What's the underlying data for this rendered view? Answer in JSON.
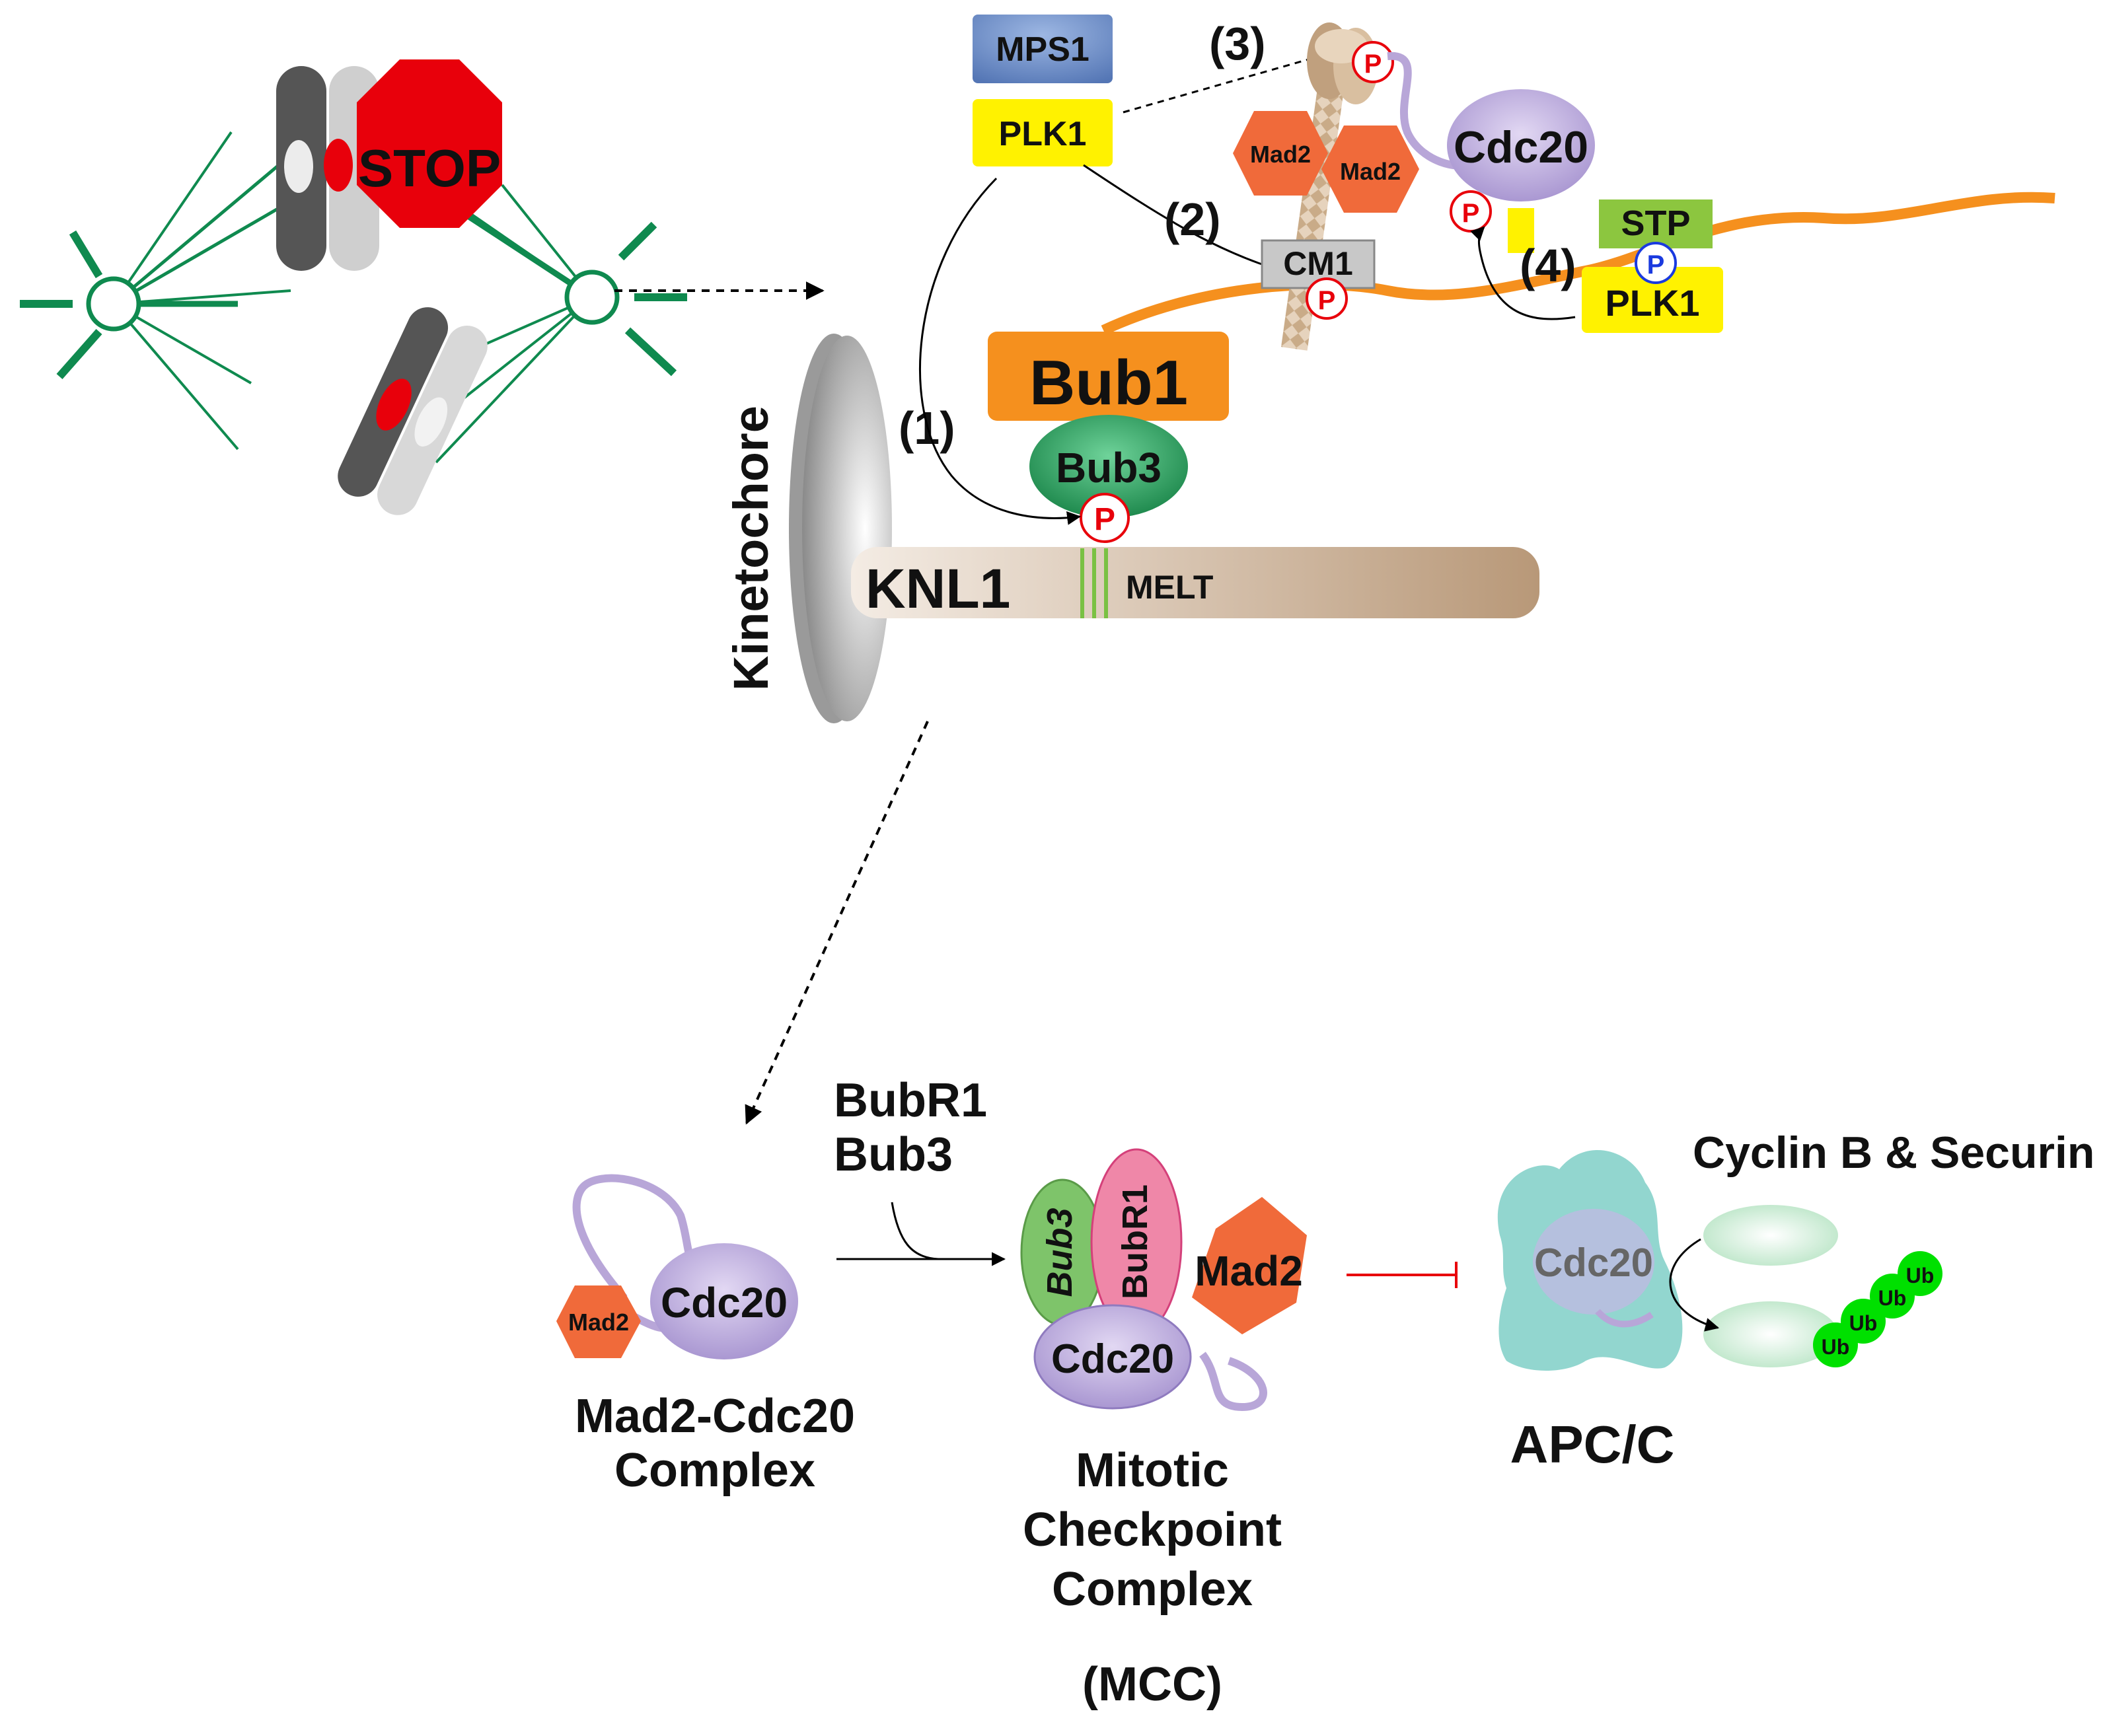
{
  "colors": {
    "spindle_green": "#0f8a4f",
    "stop_red": "#e8000b",
    "bub1_orange": "#f5901e",
    "bub3_green": "#2e9e5e",
    "cdc20_purple": "#b8a6d8",
    "mad2_orange": "#f06a3a",
    "mps1_blue": "#6b8fca",
    "plk1_yellow": "#fff200",
    "stp_green": "#8cc63f",
    "cm1_gray": "#c8c8c8",
    "bubr1_pink": "#e8608a",
    "apcc_teal": "#7fcfc7",
    "ub_green": "#00e000",
    "phospho_red": "#e8000b",
    "phospho_blue": "#1a3adf",
    "inhibit_red": "#e8000b"
  },
  "icons": {
    "spindle_pole": "spindle-pole-icon",
    "chromosome": "chromosome-icon",
    "stop_sign": "stop-sign-icon",
    "kinetochore": "kinetochore-disc-icon",
    "phosphate": "phosphate-icon",
    "ubiquitin": "ubiquitin-icon"
  },
  "labels": {
    "stop": "STOP",
    "kinetochore": "Kinetochore",
    "knl1": "KNL1",
    "melt": "MELT",
    "bub1": "Bub1",
    "bub3": "Bub3",
    "mps1": "MPS1",
    "plk1_top": "PLK1",
    "plk1_right": "PLK1",
    "cm1": "CM1",
    "stp": "STP",
    "mad2_left": "Mad2",
    "mad2_right": "Mad2",
    "cdc20_top": "Cdc20",
    "phospho": "P",
    "step1": "(1)",
    "step2": "(2)",
    "step3": "(3)",
    "step4": "(4)",
    "bubr1_bub3_line1": "BubR1",
    "bubr1_bub3_line2": "Bub3",
    "mad2_small": "Mad2",
    "cdc20_complex": "Cdc20",
    "complex_line1": "Mad2-Cdc20",
    "complex_line2": "Complex",
    "mcc_bub3": "Bub3",
    "mcc_bubr1": "BubR1",
    "mcc_mad2": "Mad2",
    "mcc_cdc20": "Cdc20",
    "mcc_line1": "Mitotic",
    "mcc_line2": "Checkpoint",
    "mcc_line3": "Complex",
    "mcc_line4": "(MCC)",
    "apc_cdc20": "Cdc20",
    "apc_label": "APC/C",
    "substrates": "Cyclin B & Securin",
    "ub": "Ub"
  }
}
